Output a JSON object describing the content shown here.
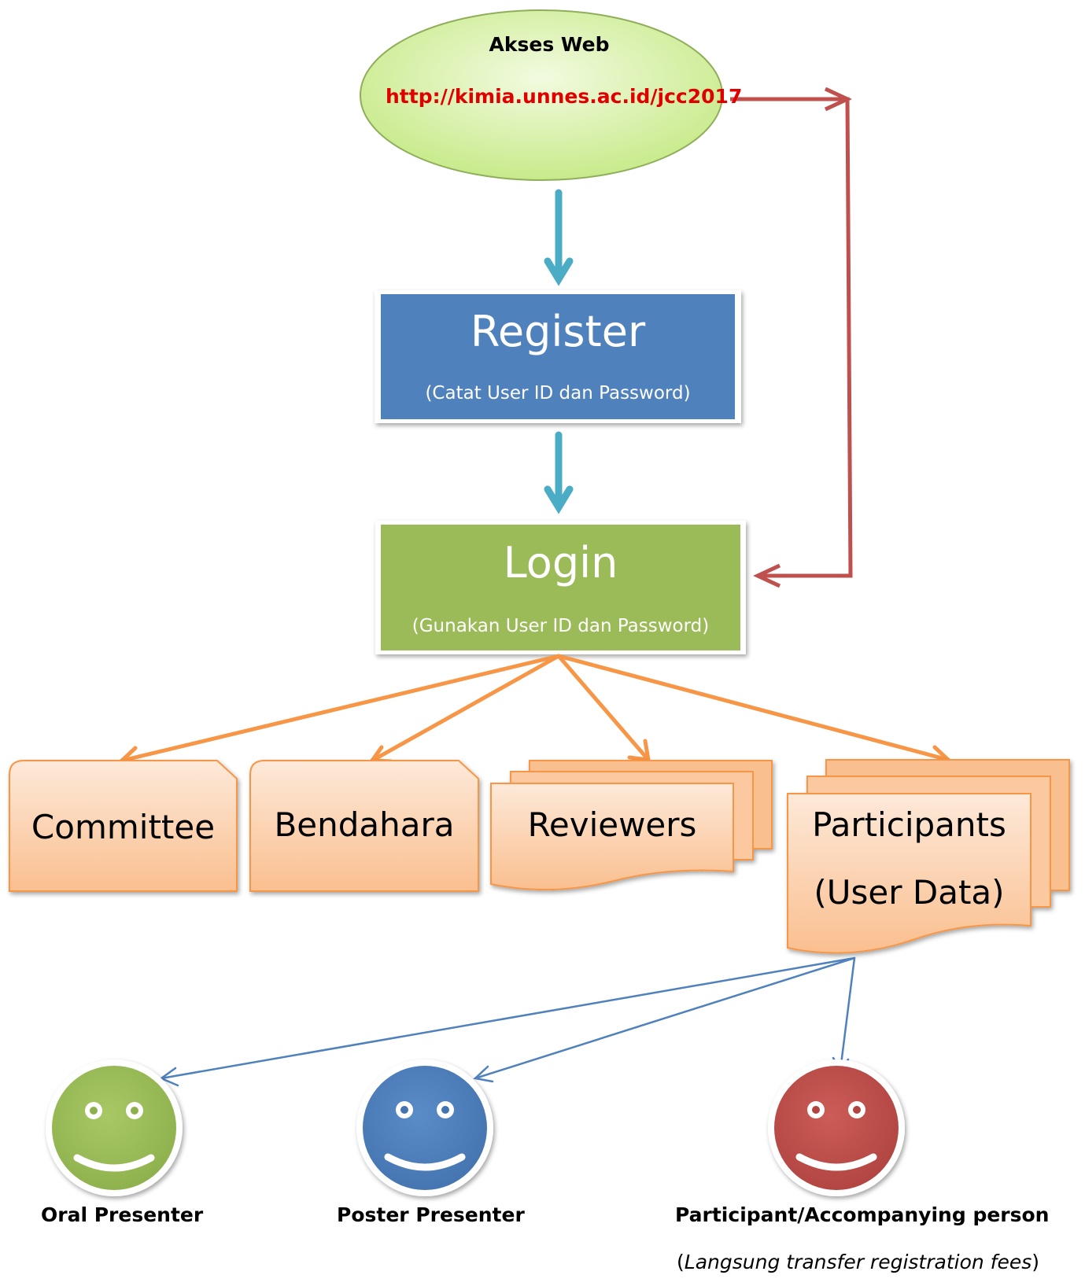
{
  "start": {
    "title": "Akses Web",
    "url": "http://kimia.unnes.ac.id/jcc2017"
  },
  "register": {
    "title": "Register",
    "subtitle": "(Catat User ID dan Password)"
  },
  "login": {
    "title": "Login",
    "subtitle": "(Gunakan User ID dan Password)"
  },
  "roles": {
    "committee": "Committee",
    "bendahara": "Bendahara",
    "reviewers": "Reviewers",
    "participants_line1": "Participants",
    "participants_line2": "(User Data)"
  },
  "participant_types": {
    "oral": "Oral Presenter",
    "poster": "Poster Presenter",
    "accompanying": "Participant/Accompanying person",
    "note_open": "(",
    "note_italic": "Langsung transfer registration fees",
    "note_close": ")"
  },
  "colors": {
    "ellipse_fill": "#d4ef9f",
    "url_red": "#e00000",
    "register_blue": "#4f81bd",
    "login_green": "#9bbb59",
    "orange_arrow": "#f79646",
    "teal_arrow": "#4bacc6",
    "red_arrow": "#c0504d",
    "blue_arrow": "#4f81bd",
    "face_green": "#9bbb59",
    "face_blue": "#4f81bd",
    "face_red": "#c0504d"
  },
  "icons": {
    "oral": "smiley-face-icon",
    "poster": "smiley-face-icon",
    "accompanying": "smiley-face-icon"
  }
}
